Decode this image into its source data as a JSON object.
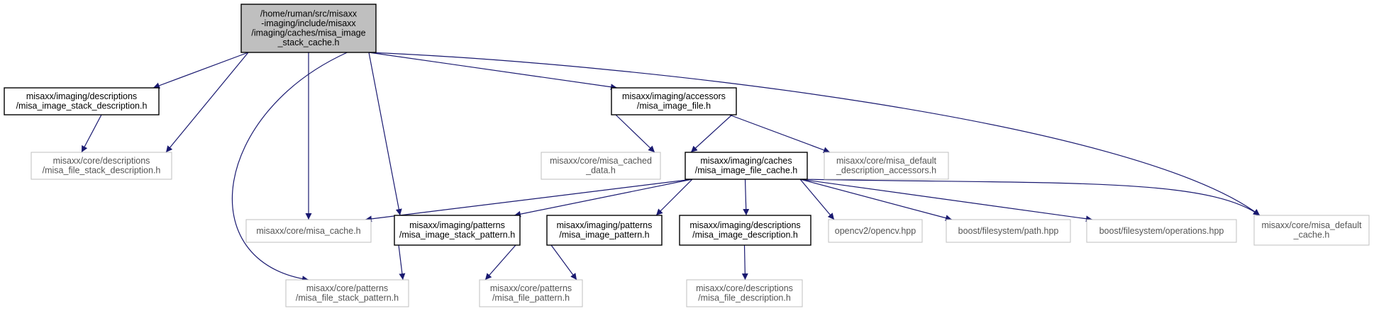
{
  "diagram": {
    "nodes": [
      {
        "id": "root",
        "lines": [
          "/home/ruman/src/misaxx",
          "-imaging/include/misaxx",
          "/imaging/caches/misa_image",
          "_stack_cache.h"
        ],
        "style": "root"
      },
      {
        "id": "stack_desc",
        "lines": [
          "misaxx/imaging/descriptions",
          "/misa_image_stack_description.h"
        ],
        "style": "documented"
      },
      {
        "id": "file_stack_desc",
        "lines": [
          "misaxx/core/descriptions",
          "/misa_file_stack_description.h"
        ],
        "style": "external"
      },
      {
        "id": "image_file",
        "lines": [
          "misaxx/imaging/accessors",
          "/misa_image_file.h"
        ],
        "style": "documented"
      },
      {
        "id": "cached_data",
        "lines": [
          "misaxx/core/misa_cached",
          "_data.h"
        ],
        "style": "external"
      },
      {
        "id": "image_file_cache",
        "lines": [
          "misaxx/imaging/caches",
          "/misa_image_file_cache.h"
        ],
        "style": "documented"
      },
      {
        "id": "default_accessors",
        "lines": [
          "misaxx/core/misa_default",
          "_description_accessors.h"
        ],
        "style": "external"
      },
      {
        "id": "misa_cache",
        "lines": [
          "misaxx/core/misa_cache.h"
        ],
        "style": "external"
      },
      {
        "id": "stack_pattern",
        "lines": [
          "misaxx/imaging/patterns",
          "/misa_image_stack_pattern.h"
        ],
        "style": "documented"
      },
      {
        "id": "image_pattern",
        "lines": [
          "misaxx/imaging/patterns",
          "/misa_image_pattern.h"
        ],
        "style": "documented"
      },
      {
        "id": "image_desc",
        "lines": [
          "misaxx/imaging/descriptions",
          "/misa_image_description.h"
        ],
        "style": "documented"
      },
      {
        "id": "opencv",
        "lines": [
          "opencv2/opencv.hpp"
        ],
        "style": "external"
      },
      {
        "id": "fs_path",
        "lines": [
          "boost/filesystem/path.hpp"
        ],
        "style": "external"
      },
      {
        "id": "fs_ops",
        "lines": [
          "boost/filesystem/operations.hpp"
        ],
        "style": "external"
      },
      {
        "id": "default_cache",
        "lines": [
          "misaxx/core/misa_default",
          "_cache.h"
        ],
        "style": "external"
      },
      {
        "id": "file_stack_pattern",
        "lines": [
          "misaxx/core/patterns",
          "/misa_file_stack_pattern.h"
        ],
        "style": "external"
      },
      {
        "id": "file_pattern",
        "lines": [
          "misaxx/core/patterns",
          "/misa_file_pattern.h"
        ],
        "style": "external"
      },
      {
        "id": "file_desc",
        "lines": [
          "misaxx/core/descriptions",
          "/misa_file_description.h"
        ],
        "style": "external"
      }
    ],
    "edges": [
      {
        "from": "root",
        "to": "stack_desc"
      },
      {
        "from": "root",
        "to": "file_stack_desc"
      },
      {
        "from": "root",
        "to": "file_stack_pattern"
      },
      {
        "from": "root",
        "to": "misa_cache"
      },
      {
        "from": "root",
        "to": "stack_pattern"
      },
      {
        "from": "root",
        "to": "image_file"
      },
      {
        "from": "root",
        "to": "default_cache"
      },
      {
        "from": "stack_desc",
        "to": "file_stack_desc"
      },
      {
        "from": "image_file",
        "to": "cached_data"
      },
      {
        "from": "image_file",
        "to": "image_file_cache"
      },
      {
        "from": "image_file",
        "to": "default_accessors"
      },
      {
        "from": "image_file_cache",
        "to": "misa_cache"
      },
      {
        "from": "image_file_cache",
        "to": "stack_pattern"
      },
      {
        "from": "image_file_cache",
        "to": "image_pattern"
      },
      {
        "from": "image_file_cache",
        "to": "image_desc"
      },
      {
        "from": "image_file_cache",
        "to": "opencv"
      },
      {
        "from": "image_file_cache",
        "to": "fs_path"
      },
      {
        "from": "image_file_cache",
        "to": "fs_ops"
      },
      {
        "from": "image_file_cache",
        "to": "default_cache"
      },
      {
        "from": "stack_pattern",
        "to": "file_stack_pattern"
      },
      {
        "from": "stack_pattern",
        "to": "file_pattern"
      },
      {
        "from": "image_pattern",
        "to": "file_pattern"
      },
      {
        "from": "image_desc",
        "to": "file_desc"
      }
    ],
    "colors": {
      "edge": "#191970",
      "root_fill": "#bfbfbf",
      "documented_border": "#000000",
      "external_border": "#bfbfbf",
      "documented_text": "#000000",
      "external_text": "#545454"
    }
  }
}
